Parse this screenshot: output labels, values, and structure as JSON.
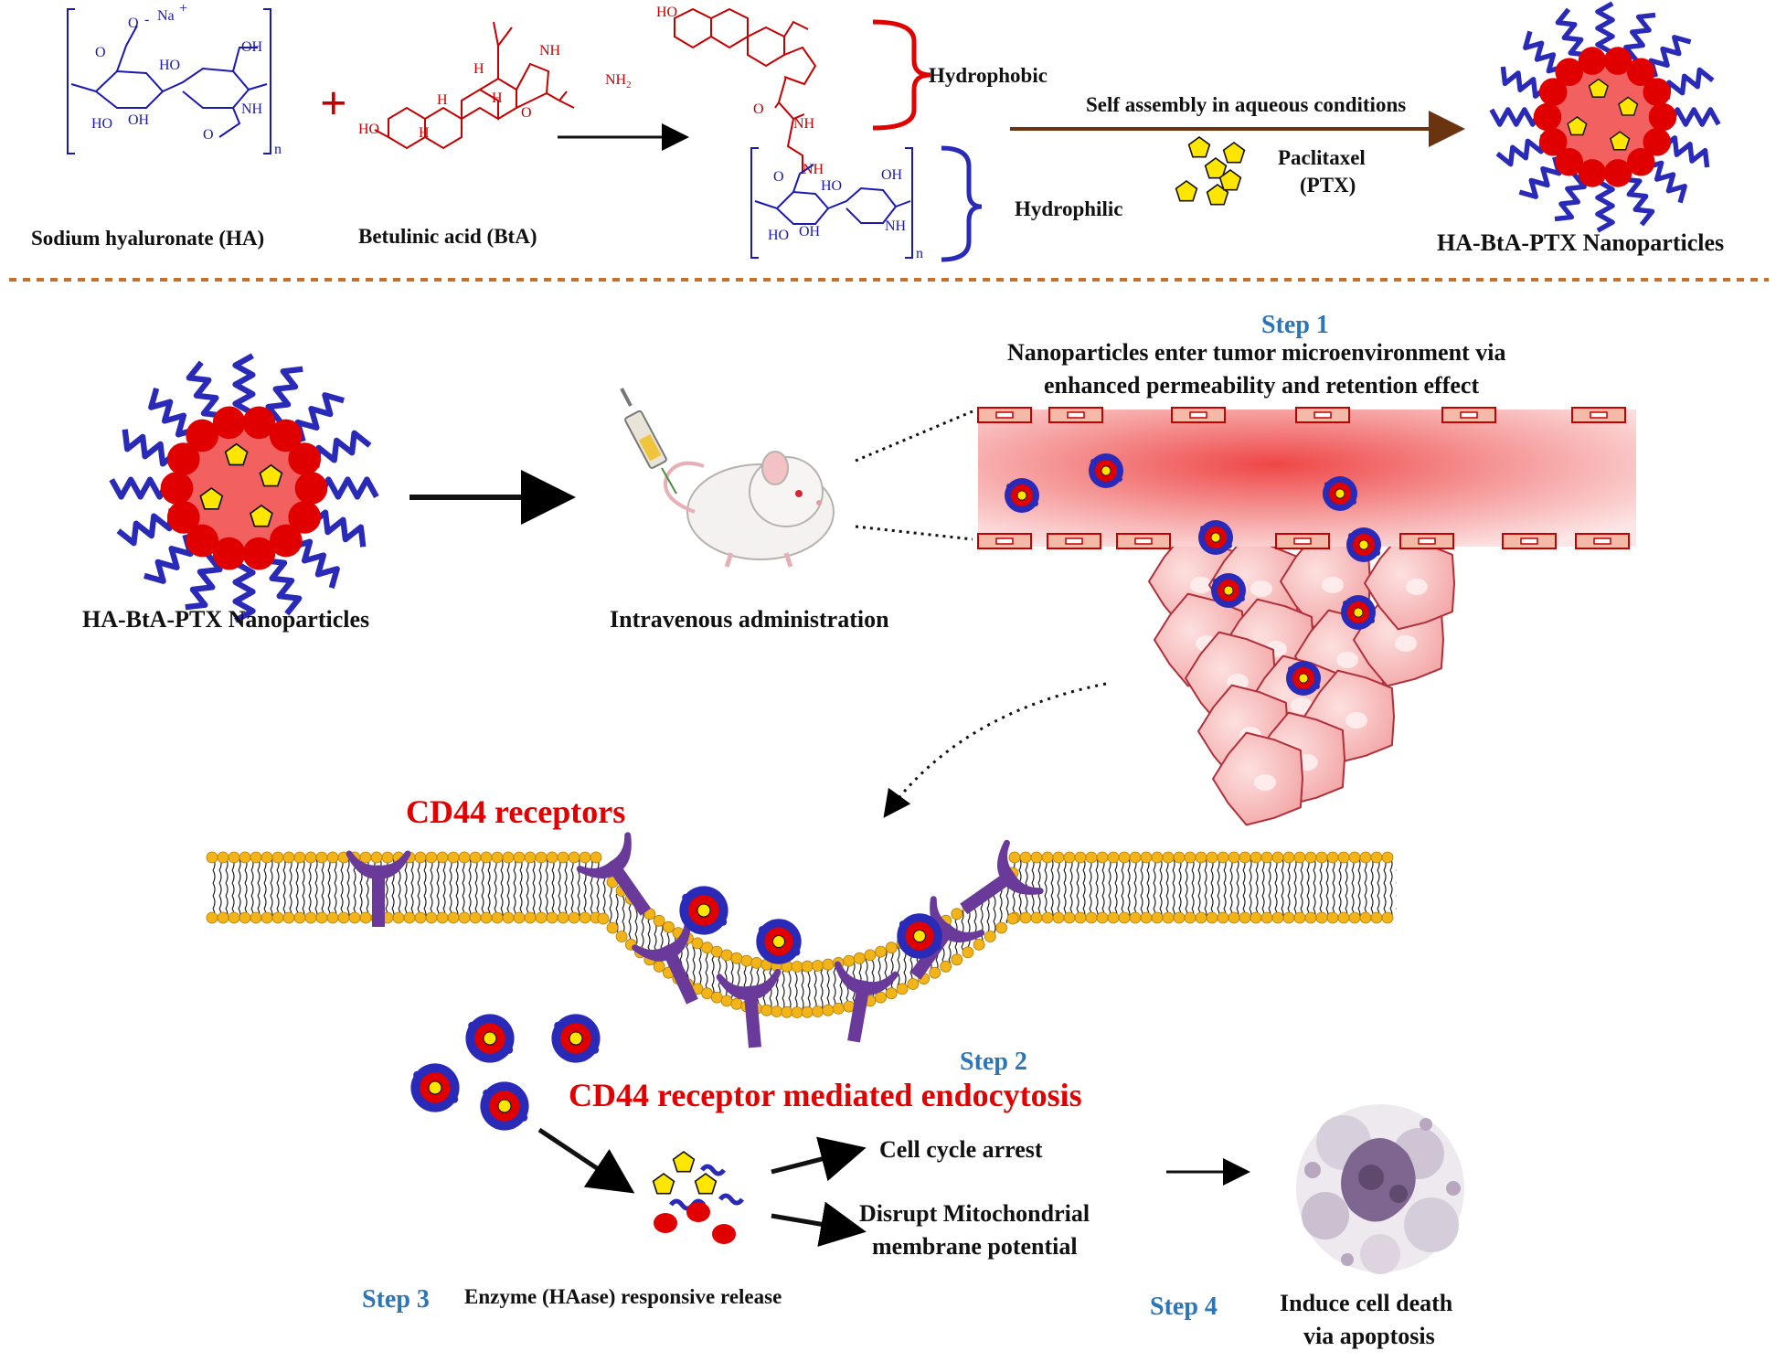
{
  "colors": {
    "hydrophobic": "#e00000",
    "hydrophilic": "#2a2ab8",
    "drug": "#ffe600",
    "step": "#2e75b6",
    "separator": "#c8702a",
    "receptor": "#6a3a9a",
    "lipid_head": "#f2b418"
  },
  "synthesis": {
    "ha_label": "Sodium hyaluronate (HA)",
    "bta_label": "Betulinic acid (BtA)",
    "hydrophobic_label": "Hydrophobic",
    "hydrophilic_label": "Hydrophilic",
    "self_assembly_label": "Self assembly in aqueous conditions",
    "ptx_label_line1": "Paclitaxel",
    "ptx_label_line2": "(PTX)",
    "product_label": "HA-BtA-PTX  Nanoparticles",
    "chem": {
      "na": "Na",
      "plus_sign": "+",
      "minus_sign": "-",
      "oh": "OH",
      "ho": "HO",
      "nh": "NH",
      "nh2": "NH",
      "sub2": "2",
      "o": "O",
      "n": "n",
      "h": "H"
    }
  },
  "process": {
    "np_label": "HA-BtA-PTX  Nanoparticles",
    "iv_label": "Intravenous administration",
    "step1_title": "Step 1",
    "step1_line1": "Nanoparticles enter tumor microenvironment via",
    "step1_line2": "enhanced permeability and retention effect",
    "cd44_label": "CD44 receptors",
    "step2_title": "Step 2",
    "step2_label": "CD44 receptor mediated endocytosis",
    "step3_title": "Step 3",
    "step3_label": "Enzyme (HAase) responsive release",
    "arrest_label": "Cell cycle arrest",
    "mito_line1": "Disrupt Mitochondrial",
    "mito_line2": "membrane potential",
    "step4_title": "Step 4",
    "death_line1": "Induce cell death",
    "death_line2": "via apoptosis"
  }
}
